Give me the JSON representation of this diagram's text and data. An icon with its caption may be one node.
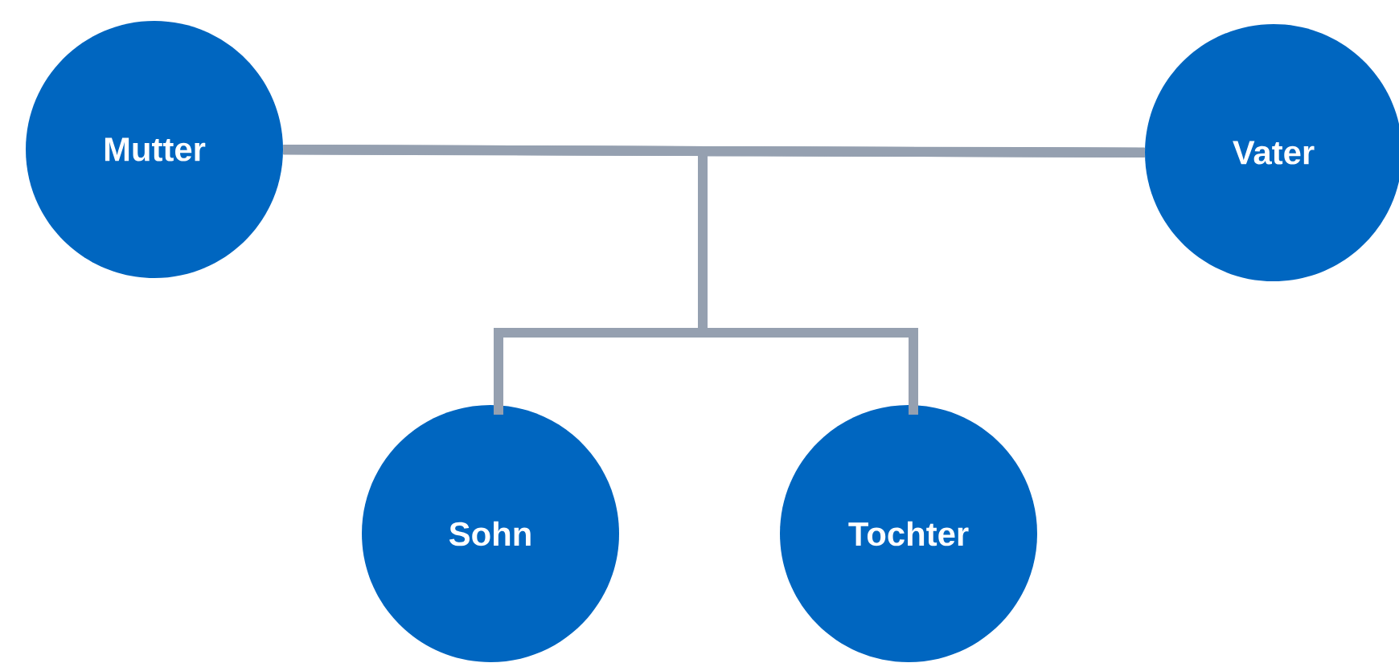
{
  "diagram": {
    "nodes": [
      {
        "text": [
          "Mutter"
        ]
      },
      {
        "text": [
          "Vater"
        ]
      },
      {
        "text": [
          "Sohn"
        ]
      },
      {
        "text": [
          "Tochter"
        ]
      }
    ],
    "edges": [
      {
        "from": 0,
        "to": 1,
        "arrow": "none"
      },
      {
        "from": 0,
        "to": 2,
        "arrow": "none"
      },
      {
        "from": 0,
        "to": 3,
        "arrow": "none"
      },
      {
        "from": 1,
        "to": 2,
        "arrow": "none"
      },
      {
        "from": 1,
        "to": 3,
        "arrow": "none"
      }
    ]
  }
}
